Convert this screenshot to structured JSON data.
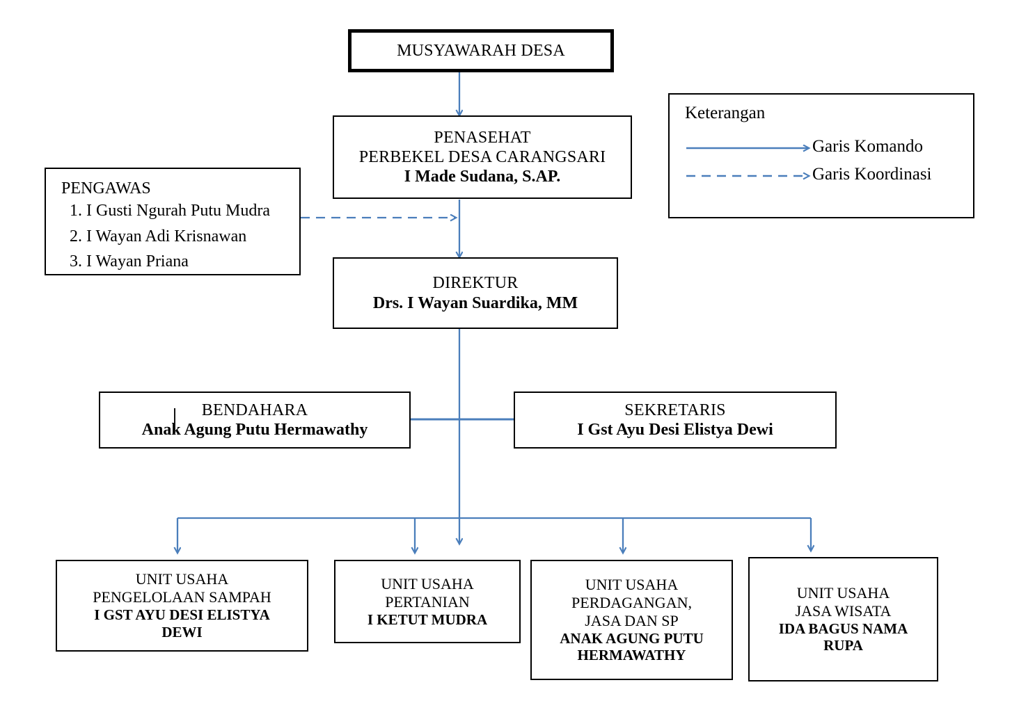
{
  "diagram": {
    "type": "organizational-chart",
    "colors": {
      "line": "#4a7ebb",
      "border": "#000000",
      "background": "#ffffff"
    }
  },
  "nodes": {
    "musyawarah": {
      "title": "MUSYAWARAH DESA"
    },
    "penasehat": {
      "line1": "PENASEHAT",
      "line2": "PERBEKEL DESA CARANGSARI",
      "name": "I Made Sudana, S.AP."
    },
    "pengawas": {
      "title": "PENGAWAS",
      "members": [
        "1. I Gusti Ngurah Putu Mudra",
        "2. I Wayan Adi Krisnawan",
        "3. I Wayan Priana"
      ]
    },
    "direktur": {
      "title": "DIREKTUR",
      "name": "Drs. I Wayan Suardika, MM"
    },
    "bendahara": {
      "title": "BENDAHARA",
      "name": "Anak Agung Putu Hermawathy"
    },
    "sekretaris": {
      "title": "SEKRETARIS",
      "name": "I Gst Ayu Desi Elistya Dewi"
    },
    "units": [
      {
        "title_lines": [
          "UNIT USAHA",
          "PENGELOLAAN SAMPAH"
        ],
        "name_lines": [
          "I GST AYU DESI ELISTYA",
          "DEWI"
        ]
      },
      {
        "title_lines": [
          "UNIT USAHA",
          "PERTANIAN"
        ],
        "name_lines": [
          "I KETUT MUDRA"
        ]
      },
      {
        "title_lines": [
          "UNIT USAHA",
          "PERDAGANGAN,",
          "JASA DAN SP"
        ],
        "name_lines": [
          "ANAK AGUNG PUTU",
          "HERMAWATHY"
        ]
      },
      {
        "title_lines": [
          "UNIT USAHA",
          "JASA WISATA"
        ],
        "name_lines": [
          "IDA BAGUS NAMA",
          "RUPA"
        ]
      }
    ]
  },
  "legend": {
    "title": "Keterangan",
    "items": [
      {
        "label": "Garis Komando",
        "style": "solid"
      },
      {
        "label": "Garis Koordinasi",
        "style": "dashed"
      }
    ]
  }
}
